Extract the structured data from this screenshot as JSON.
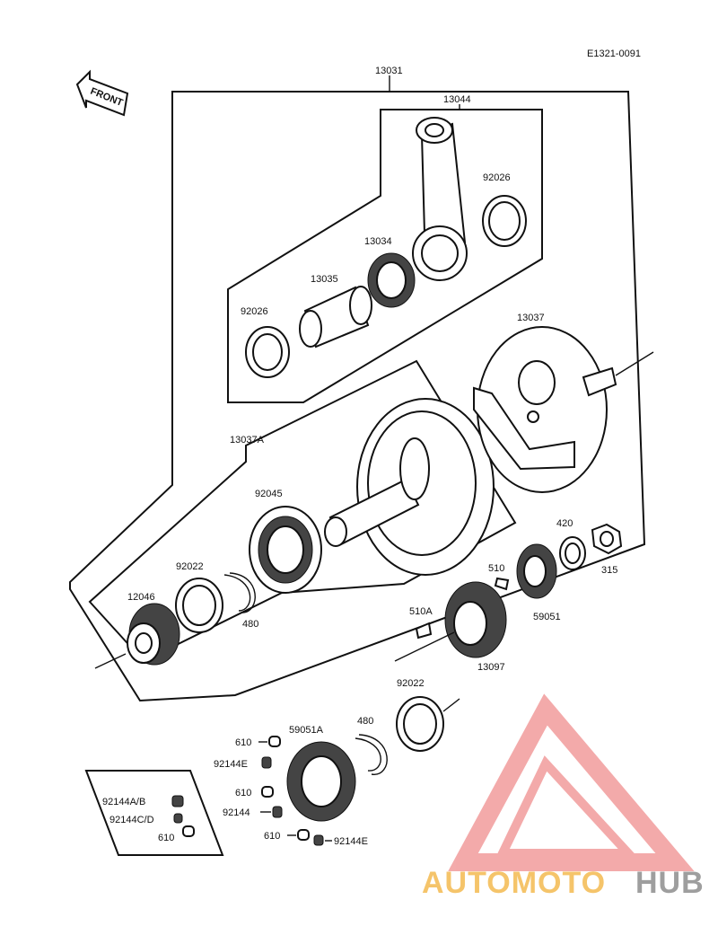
{
  "diagram_code": "E1321-0091",
  "front_label": "FRONT",
  "labels": {
    "crankshaft_assy": "13031",
    "connecting_rod": "13044",
    "washer_top": "92026",
    "bearing_needle": "13034",
    "crankpin": "13035",
    "washer_left": "92026",
    "flywheel_right": "13037",
    "flywheel_left": "13037A",
    "ball_bearing": "92045",
    "shim_left": "92022",
    "snap_ring_left": "480",
    "gear_left": "12046",
    "spacer_420": "420",
    "nut_315": "315",
    "key_510": "510",
    "gear_59051": "59051",
    "key_510a": "510A",
    "gear_13097": "13097",
    "shim_lower": "92022",
    "snap_ring_lower": "480",
    "gear_59051a": "59051A",
    "pin_610_a": "610",
    "spring_92144e_a": "92144E",
    "pin_610_b": "610",
    "spring_92144": "92144",
    "pin_610_c": "610",
    "spring_92144e_b": "92144E",
    "box_spring_ab": "92144A/B",
    "box_spring_cd": "92144C/D",
    "box_pin_610": "610"
  },
  "watermark": {
    "part1": "AUTOMOTO",
    "part2": "HUB",
    "color_triangle": "#f19c9c",
    "color_part1": "#f5c46a",
    "color_part2": "#9e9e9e"
  }
}
